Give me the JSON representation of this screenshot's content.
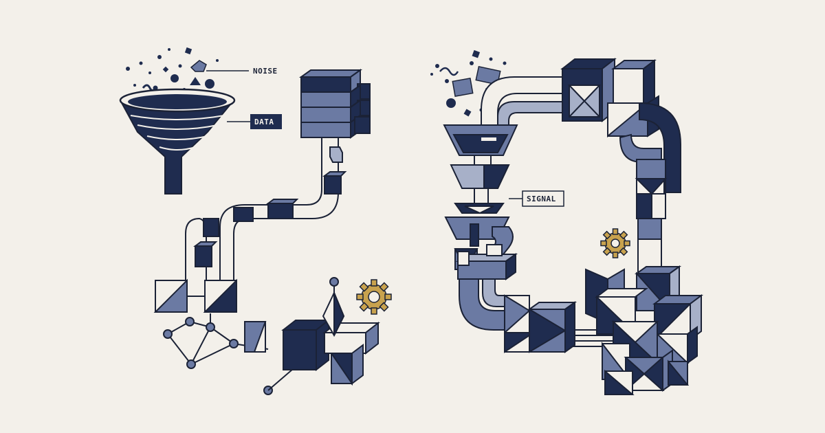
{
  "labels": {
    "noise": "NOISE",
    "data": "DATA",
    "signal": "SIGNAL"
  },
  "colors": {
    "background": "#f3f0ea",
    "navy": "#1f2c4f",
    "slate": "#6b7aa3",
    "light_slate": "#a7b0c8",
    "outline": "#1b2236",
    "gold": "#c8a24e"
  },
  "icons": [
    "funnel-icon",
    "server-stack-icon",
    "gear-icon",
    "network-node-icon",
    "pipe-icon"
  ]
}
